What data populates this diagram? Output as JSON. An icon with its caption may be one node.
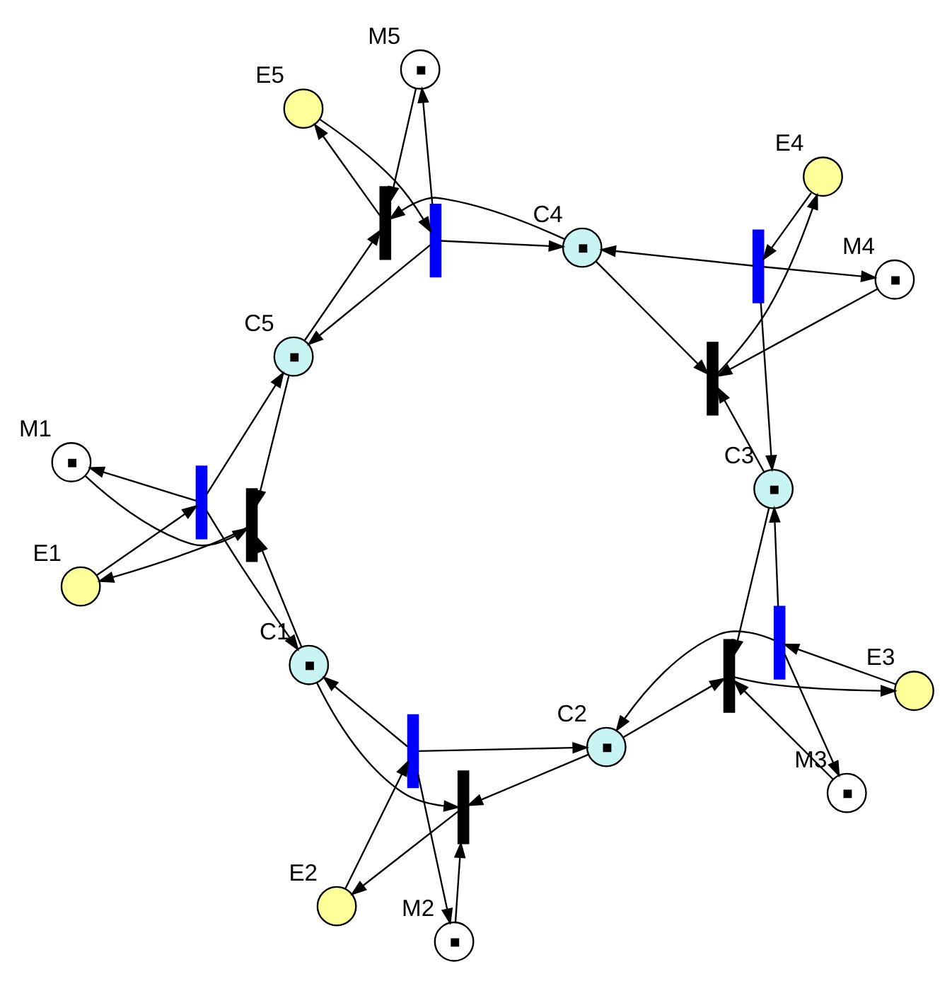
{
  "diagram": {
    "nodes": [
      {
        "text": [],
        "shape": "circle",
        "beside": [
          "C1"
        ]
      },
      {
        "text": [],
        "shape": "circle",
        "beside": [
          "C2"
        ]
      },
      {
        "text": [],
        "shape": "circle",
        "beside": [
          "C3"
        ]
      },
      {
        "text": [],
        "shape": "circle",
        "beside": [
          "C4"
        ]
      },
      {
        "text": [],
        "shape": "circle",
        "beside": [
          "C5"
        ]
      },
      {
        "text": [],
        "shape": "circle",
        "beside": [
          "M1"
        ]
      },
      {
        "text": [],
        "shape": "circle",
        "beside": [
          "M2"
        ]
      },
      {
        "text": [],
        "shape": "circle",
        "beside": [
          "M3"
        ]
      },
      {
        "text": [],
        "shape": "circle",
        "beside": [
          "M4"
        ]
      },
      {
        "text": [],
        "shape": "circle",
        "beside": [
          "M5"
        ]
      },
      {
        "text": [],
        "shape": "circle",
        "beside": [
          "E1"
        ]
      },
      {
        "text": [],
        "shape": "circle",
        "beside": [
          "E2"
        ]
      },
      {
        "text": [],
        "shape": "circle",
        "beside": [
          "E3"
        ]
      },
      {
        "text": [],
        "shape": "circle",
        "beside": [
          "E4"
        ]
      },
      {
        "text": [],
        "shape": "circle",
        "beside": [
          "E5"
        ]
      },
      {
        "text": [],
        "shape": "bar"
      },
      {
        "text": [],
        "shape": "bar"
      },
      {
        "text": [],
        "shape": "bar"
      },
      {
        "text": [],
        "shape": "bar"
      },
      {
        "text": [],
        "shape": "bar"
      },
      {
        "text": [],
        "shape": "bar"
      },
      {
        "text": [],
        "shape": "bar"
      },
      {
        "text": [],
        "shape": "bar"
      },
      {
        "text": [],
        "shape": "bar"
      },
      {
        "text": [],
        "shape": "bar"
      }
    ],
    "edges": [
      {
        "from": 5,
        "to": 15,
        "arrow": "to"
      },
      {
        "from": 4,
        "to": 15,
        "arrow": "to"
      },
      {
        "from": 0,
        "to": 15,
        "arrow": "to"
      },
      {
        "from": 15,
        "to": 10,
        "arrow": "to"
      },
      {
        "from": 10,
        "to": 20,
        "arrow": "to"
      },
      {
        "from": 20,
        "to": 0,
        "arrow": "to"
      },
      {
        "from": 20,
        "to": 4,
        "arrow": "to"
      },
      {
        "from": 20,
        "to": 5,
        "arrow": "to"
      },
      {
        "from": 6,
        "to": 16,
        "arrow": "to"
      },
      {
        "from": 0,
        "to": 16,
        "arrow": "to"
      },
      {
        "from": 1,
        "to": 16,
        "arrow": "to"
      },
      {
        "from": 16,
        "to": 11,
        "arrow": "to"
      },
      {
        "from": 11,
        "to": 21,
        "arrow": "to"
      },
      {
        "from": 21,
        "to": 1,
        "arrow": "to"
      },
      {
        "from": 21,
        "to": 0,
        "arrow": "to"
      },
      {
        "from": 21,
        "to": 6,
        "arrow": "to"
      },
      {
        "from": 7,
        "to": 17,
        "arrow": "to"
      },
      {
        "from": 1,
        "to": 17,
        "arrow": "to"
      },
      {
        "from": 2,
        "to": 17,
        "arrow": "to"
      },
      {
        "from": 17,
        "to": 12,
        "arrow": "to"
      },
      {
        "from": 12,
        "to": 22,
        "arrow": "to"
      },
      {
        "from": 22,
        "to": 2,
        "arrow": "to"
      },
      {
        "from": 22,
        "to": 1,
        "arrow": "to"
      },
      {
        "from": 22,
        "to": 7,
        "arrow": "to"
      },
      {
        "from": 8,
        "to": 18,
        "arrow": "to"
      },
      {
        "from": 2,
        "to": 18,
        "arrow": "to"
      },
      {
        "from": 3,
        "to": 18,
        "arrow": "to"
      },
      {
        "from": 18,
        "to": 13,
        "arrow": "to"
      },
      {
        "from": 13,
        "to": 23,
        "arrow": "to"
      },
      {
        "from": 23,
        "to": 3,
        "arrow": "to"
      },
      {
        "from": 23,
        "to": 2,
        "arrow": "to"
      },
      {
        "from": 23,
        "to": 8,
        "arrow": "to"
      },
      {
        "from": 9,
        "to": 19,
        "arrow": "to"
      },
      {
        "from": 3,
        "to": 19,
        "arrow": "to"
      },
      {
        "from": 4,
        "to": 19,
        "arrow": "to"
      },
      {
        "from": 19,
        "to": 14,
        "arrow": "to"
      },
      {
        "from": 14,
        "to": 24,
        "arrow": "to"
      },
      {
        "from": 24,
        "to": 4,
        "arrow": "to"
      },
      {
        "from": 24,
        "to": 3,
        "arrow": "to"
      },
      {
        "from": 24,
        "to": 9,
        "arrow": "to"
      }
    ]
  }
}
